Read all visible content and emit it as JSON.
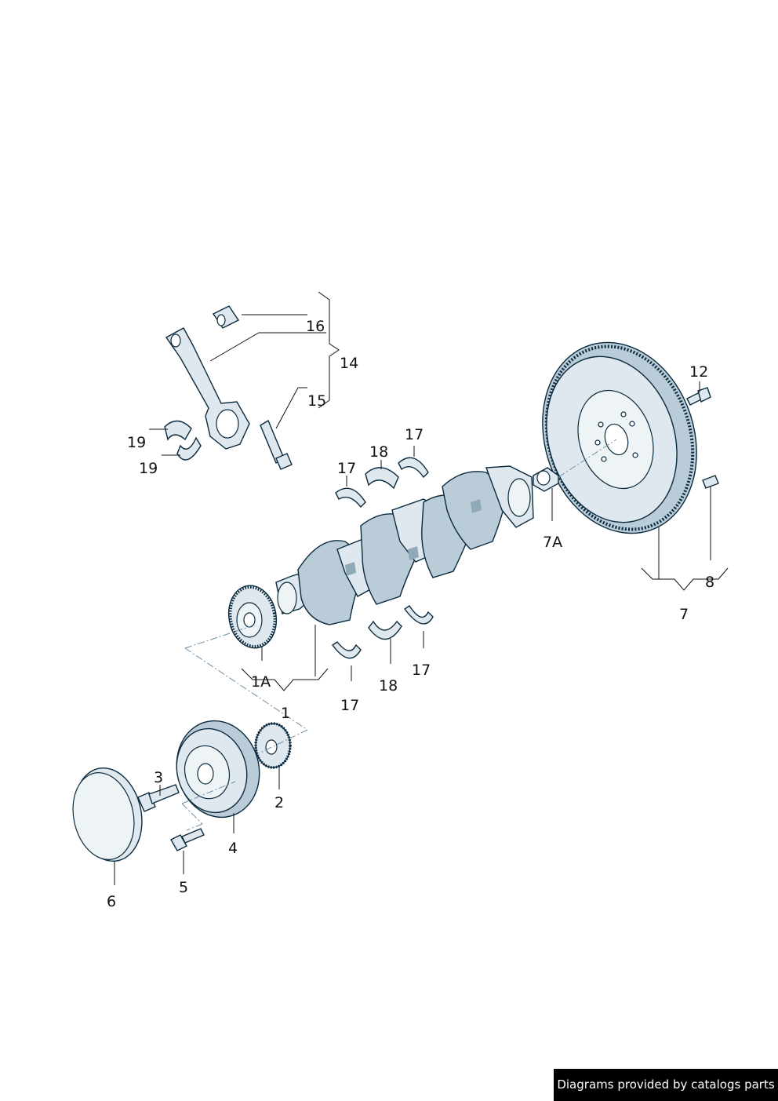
{
  "callouts": {
    "c1": "1",
    "c1A": "1A",
    "c2": "2",
    "c3": "3",
    "c4": "4",
    "c5": "5",
    "c6": "6",
    "c7": "7",
    "c7A": "7A",
    "c8": "8",
    "c12": "12",
    "c14": "14",
    "c15": "15",
    "c16": "16",
    "c17a": "17",
    "c17b": "17",
    "c17c": "17",
    "c17d": "17",
    "c18a": "18",
    "c18b": "18",
    "c19a": "19",
    "c19b": "19"
  },
  "footer": {
    "text": "Diagrams provided by catalogs parts"
  },
  "colors": {
    "part_fill": "#dfe8ee",
    "part_stroke": "#0b2a3e",
    "footer_bg": "#000000",
    "footer_text": "#ffffff"
  }
}
